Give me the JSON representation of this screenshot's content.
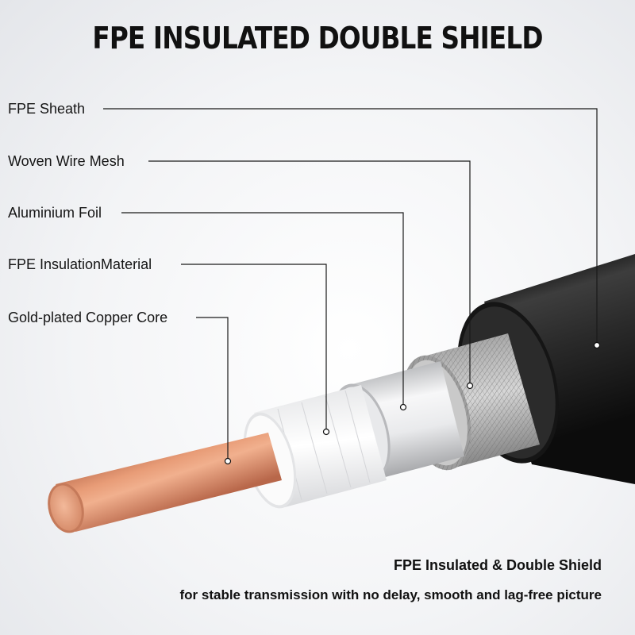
{
  "title": "FPE INSULATED DOUBLE SHIELD",
  "labels": {
    "sheath": "FPE Sheath",
    "mesh": "Woven Wire Mesh",
    "foil": "Aluminium Foil",
    "insulation": "FPE InsulationMaterial",
    "core": "Gold-plated Copper Core"
  },
  "caption": {
    "headline": "FPE Insulated & Double Shield",
    "subline": "for stable transmission with no delay, smooth and lag-free picture"
  },
  "colors": {
    "sheath": "#1c1c1c",
    "mesh": "#b9b9b9",
    "foil": "#cfd0d2",
    "insulation": "#f6f6f6",
    "core": "#d9906e"
  }
}
